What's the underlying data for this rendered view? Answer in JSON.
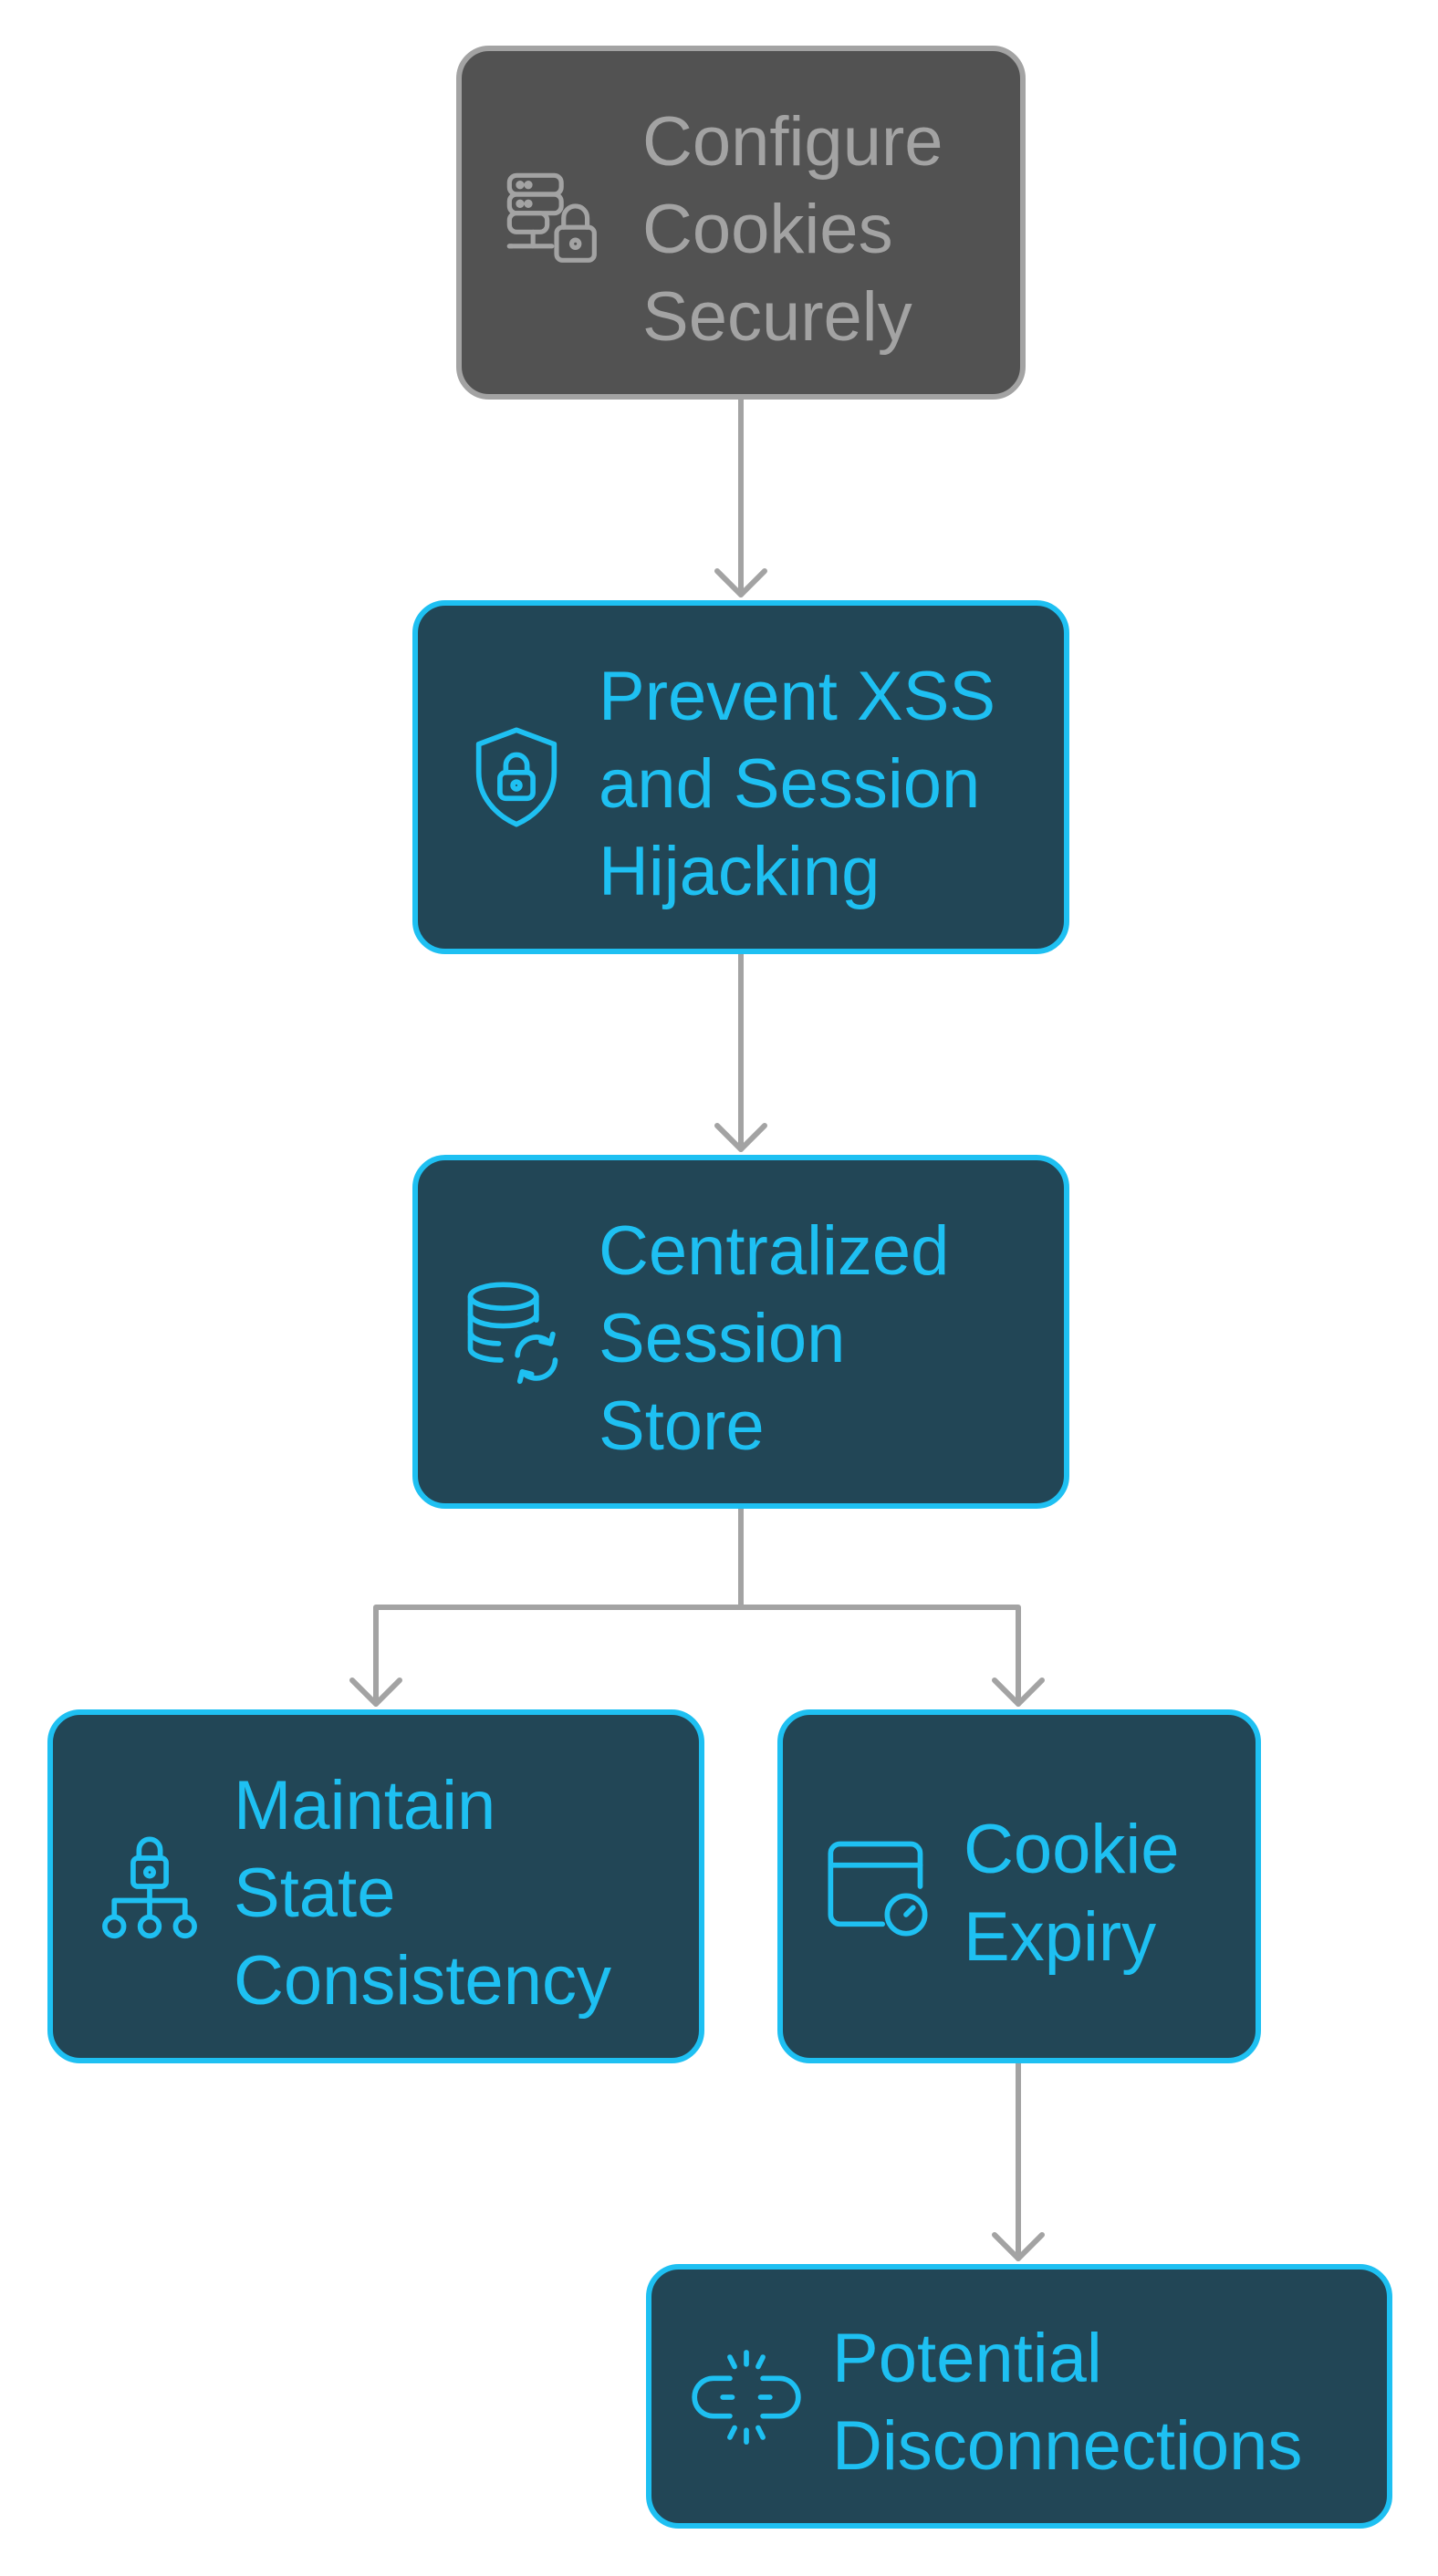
{
  "colors": {
    "canvas": "#ffffff",
    "node_fill": "#224656",
    "node_accent": "#1EC0F2",
    "muted_fill": "#525252",
    "muted_accent": "#A3A3A3",
    "connector": "#A3A3A3"
  },
  "nodes": {
    "configure": {
      "icon": "server-lock-icon",
      "lines": [
        "Configure",
        "Cookies",
        "Securely"
      ]
    },
    "prevent": {
      "icon": "shield-lock-icon",
      "lines": [
        "Prevent XSS",
        "and Session",
        "Hijacking"
      ]
    },
    "store": {
      "icon": "database-sync-icon",
      "lines": [
        "Centralized",
        "Session",
        "Store"
      ]
    },
    "maintain": {
      "icon": "lock-hierarchy-icon",
      "lines": [
        "Maintain",
        "State",
        "Consistency"
      ]
    },
    "expiry": {
      "icon": "browser-clock-icon",
      "lines": [
        "Cookie",
        "Expiry"
      ]
    },
    "disconnect": {
      "icon": "broken-link-icon",
      "lines": [
        "Potential",
        "Disconnections"
      ]
    }
  },
  "edges": [
    {
      "from": "configure",
      "to": "prevent"
    },
    {
      "from": "prevent",
      "to": "store"
    },
    {
      "from": "store",
      "to": "maintain"
    },
    {
      "from": "store",
      "to": "expiry"
    },
    {
      "from": "expiry",
      "to": "disconnect"
    }
  ]
}
